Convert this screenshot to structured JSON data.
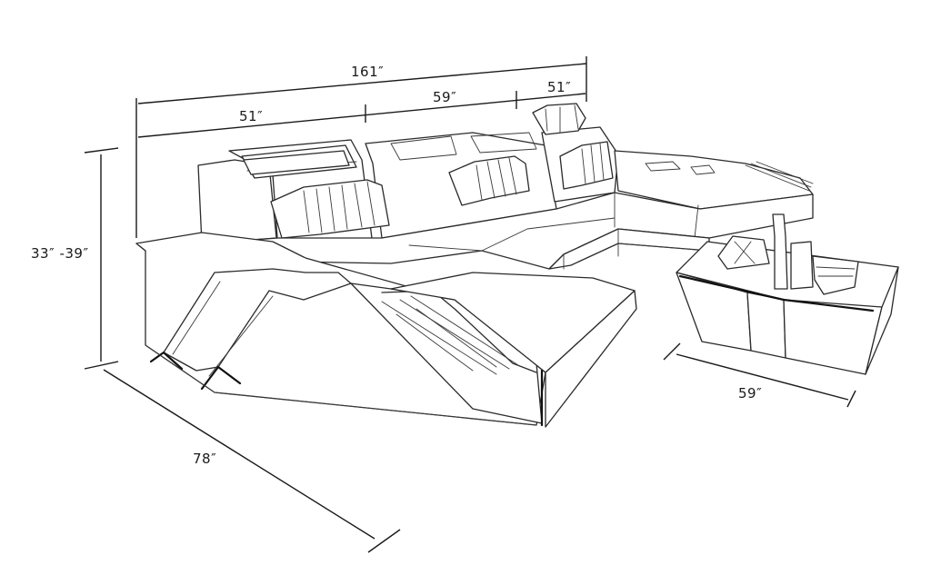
{
  "diagram": {
    "subject": "U-shaped sectional sofa with chaise and coffee table (line drawing)",
    "dimensions": {
      "overall_width": "161″",
      "segment_left": "51″",
      "segment_middle": "59″",
      "segment_right": "51″",
      "height": "33″  -39″",
      "chaise_depth": "78″",
      "right_depth": "59″"
    },
    "colors": {
      "background": "#ffffff",
      "line": "#1a1a1a"
    }
  }
}
